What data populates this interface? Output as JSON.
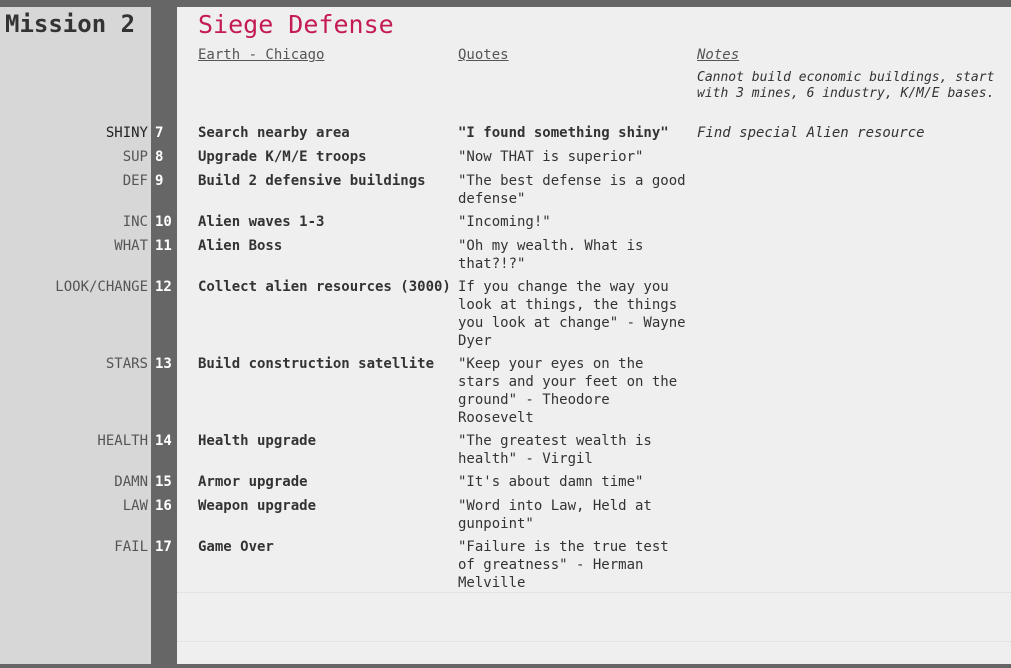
{
  "mission_label": "Mission 2",
  "title": "Siege Defense",
  "columns": {
    "location": "Earth - Chicago",
    "quotes": "Quotes",
    "notes": "Notes"
  },
  "intro_note": "Cannot build economic buildings, start with 3 mines, 6 industry, K/M/E bases.",
  "rows": [
    {
      "tag": "SHINY",
      "num": "7",
      "task": "Search nearby area",
      "quote": "\"I found something shiny\"",
      "note": "Find special Alien resource"
    },
    {
      "tag": "SUP",
      "num": "8",
      "task": "Upgrade K/M/E troops",
      "quote": "\"Now THAT is superior\"",
      "note": ""
    },
    {
      "tag": "DEF",
      "num": "9",
      "task": "Build 2 defensive buildings",
      "quote": "\"The best defense is a good defense\"",
      "note": ""
    },
    {
      "tag": "INC",
      "num": "10",
      "task": "Alien waves 1-3",
      "quote": "\"Incoming!\"",
      "note": ""
    },
    {
      "tag": "WHAT",
      "num": "11",
      "task": "Alien Boss",
      "quote": "\"Oh my wealth. What is that?!?\"",
      "note": ""
    },
    {
      "tag": "LOOK/CHANGE",
      "num": "12",
      "task": "Collect alien resources (3000)",
      "quote": "If you change the way you look at things, the things you look at change\" - Wayne Dyer",
      "note": ""
    },
    {
      "tag": "STARS",
      "num": "13",
      "task": "Build construction satellite",
      "quote": "\"Keep your eyes on the stars and your feet on the ground\" - Theodore Roosevelt",
      "note": ""
    },
    {
      "tag": "HEALTH",
      "num": "14",
      "task": "Health upgrade",
      "quote": "\"The greatest wealth is health\" - Virgil",
      "note": ""
    },
    {
      "tag": "DAMN",
      "num": "15",
      "task": "Armor upgrade",
      "quote": "\"It's about damn time\"",
      "note": ""
    },
    {
      "tag": "LAW",
      "num": "16",
      "task": "Weapon upgrade",
      "quote": "\"Word into Law, Held at gunpoint\"",
      "note": ""
    },
    {
      "tag": "FAIL",
      "num": "17",
      "task": "Game Over",
      "quote": "\"Failure is the true test of greatness\" - Herman Melville",
      "note": ""
    }
  ]
}
